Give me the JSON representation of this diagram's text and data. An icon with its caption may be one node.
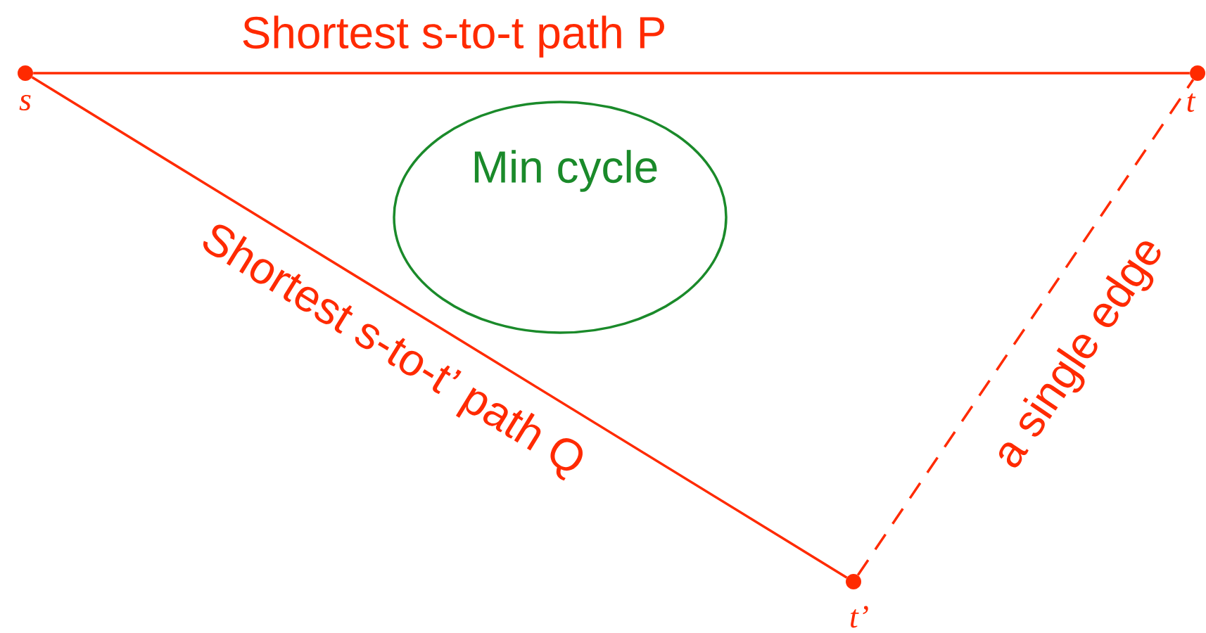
{
  "diagram": {
    "nodes": [
      {
        "text": [
          "s"
        ]
      },
      {
        "text": [
          "t"
        ]
      },
      {
        "text": [
          "t’"
        ]
      },
      {
        "text": [
          "Min cycle"
        ]
      }
    ],
    "edges": [
      {
        "from": 0,
        "to": 1,
        "arrow": "none",
        "label": "Shortest s-to-t path P"
      },
      {
        "from": 0,
        "to": 2,
        "arrow": "none",
        "label": "Shortest s-to-t’ path Q"
      },
      {
        "from": 2,
        "to": 1,
        "arrow": "none",
        "style": "dashed",
        "label": "a single edge"
      }
    ]
  }
}
